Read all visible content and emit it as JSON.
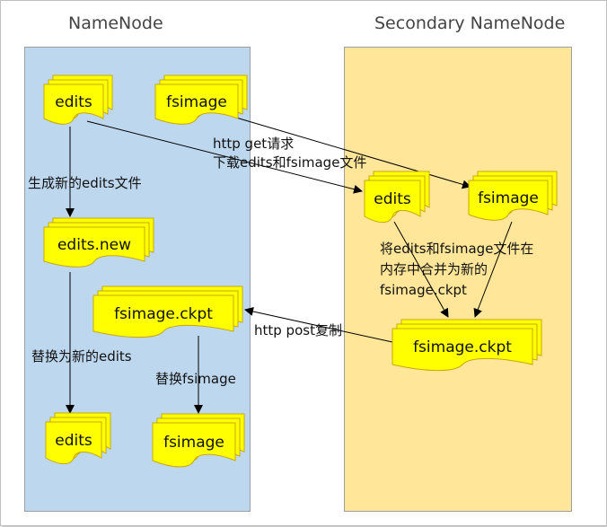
{
  "panels": {
    "namenode": {
      "title": "NameNode",
      "fill": "#bdd7ee"
    },
    "secondary": {
      "title": "Secondary NameNode",
      "fill": "#ffe699"
    }
  },
  "docs": {
    "nn_edits": "edits",
    "nn_fsimage": "fsimage",
    "nn_edits_new": "edits.new",
    "nn_fsimage_ckpt": "fsimage.ckpt",
    "nn_edits_final": "edits",
    "nn_fsimage_final": "fsimage",
    "sn_edits": "edits",
    "sn_fsimage": "fsimage",
    "sn_fsimage_ckpt": "fsimage.ckpt"
  },
  "labels": {
    "http_get_1": "http get请求",
    "http_get_2": "下载edits和fsimage文件",
    "generate_new_edits": "生成新的edits文件",
    "merge_1": "将edits和fsimage文件在",
    "merge_2": "内存中合并为新的",
    "merge_3": "fsimage.ckpt",
    "http_post": "http post复制",
    "replace_edits": "替换为新的edits",
    "replace_fsimage": "替换fsimage"
  },
  "colors": {
    "doc_fill": "#ffff00",
    "doc_stroke": "#c9a800",
    "arrow": "#000000"
  }
}
